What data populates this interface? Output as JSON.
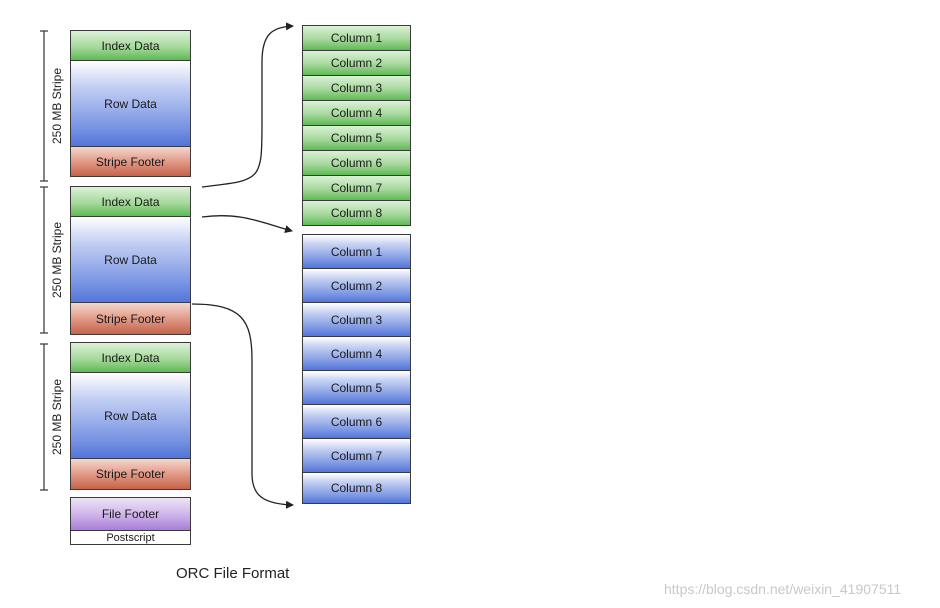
{
  "stripes": [
    {
      "label": "250 MB Stripe",
      "index": "Index Data",
      "row": "Row Data",
      "footer": "Stripe Footer"
    },
    {
      "label": "250 MB Stripe",
      "index": "Index Data",
      "row": "Row Data",
      "footer": "Stripe Footer"
    },
    {
      "label": "250 MB Stripe",
      "index": "Index Data",
      "row": "Row Data",
      "footer": "Stripe Footer"
    }
  ],
  "file_footer": "File Footer",
  "postscript": "Postscript",
  "index_columns": [
    "Column 1",
    "Column 2",
    "Column 3",
    "Column 4",
    "Column 5",
    "Column 6",
    "Column 7",
    "Column 8"
  ],
  "row_columns": [
    "Column 1",
    "Column 2",
    "Column 3",
    "Column 4",
    "Column 5",
    "Column 6",
    "Column 7",
    "Column 8"
  ],
  "caption": "ORC File Format",
  "watermark": "https://blog.csdn.net/weixin_41907511",
  "colors": {
    "index_green": "#5fb955",
    "row_blue": "#5475da",
    "footer_red": "#c4634b",
    "file_footer_purple": "#a77ed6"
  }
}
